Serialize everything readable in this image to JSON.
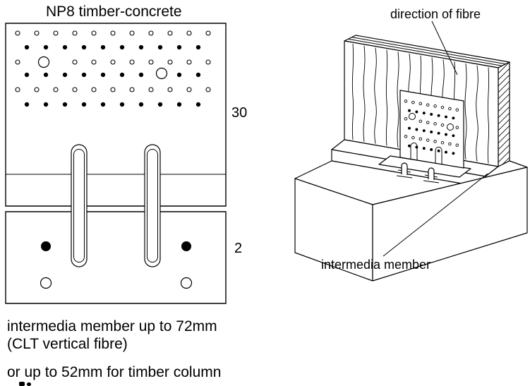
{
  "title": "NP8 timber-concrete",
  "flat_view": {
    "dim_top": "30",
    "dim_bottom": "2"
  },
  "iso_view": {
    "fibre_label": "direction of fibre",
    "member_label": "intermedia member"
  },
  "notes": [
    "intermedia member  up to 72mm",
    "(CLT vertical fibre)",
    "or up to 52mm for timber column"
  ],
  "colors": {
    "ink": "#000000",
    "paper": "#ffffff"
  }
}
